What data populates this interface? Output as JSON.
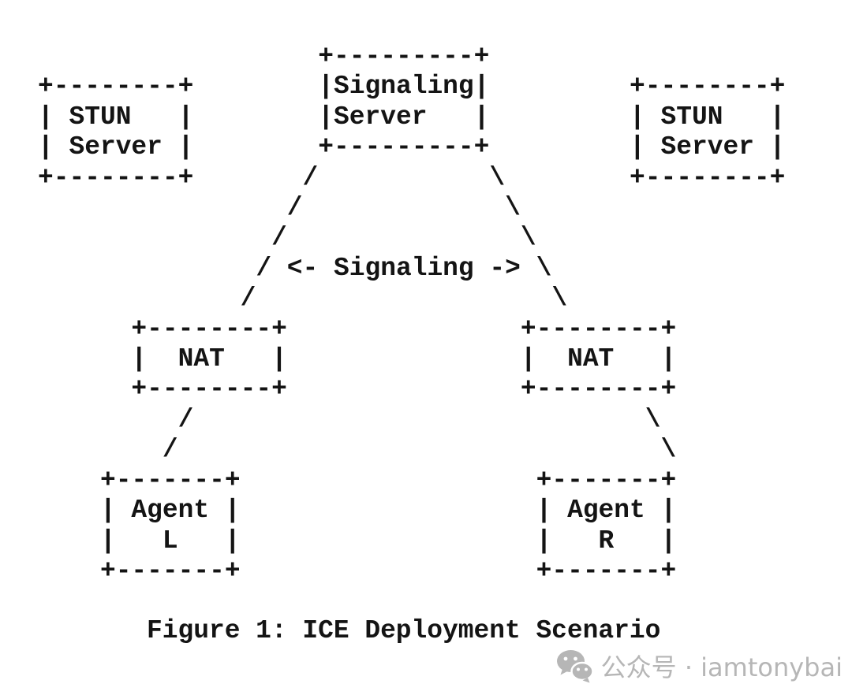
{
  "colors": {
    "background": "#ffffff",
    "ink": "#141414",
    "watermark_gray": "#b6b6b6"
  },
  "diagram": {
    "ascii_lines": [
      "                  +---------+",
      "+--------+        |Signaling|         +--------+",
      "| STUN   |        |Server   |         | STUN   |",
      "| Server |        +---------+         | Server |",
      "+--------+       /           \\        +--------+",
      "                /             \\",
      "               /               \\",
      "              / <- Signaling -> \\",
      "             /                   \\",
      "      +--------+               +--------+",
      "      |  NAT   |               |  NAT   |",
      "      +--------+               +--------+",
      "         /                             \\",
      "        /                               \\",
      "    +-------+                   +-------+",
      "    | Agent |                   | Agent |",
      "    |   L   |                   |   R   |",
      "    +-------+                   +-------+"
    ],
    "nodes": [
      "Signaling Server",
      "STUN Server (left)",
      "STUN Server (right)",
      "NAT (left)",
      "NAT (right)",
      "Agent L",
      "Agent R"
    ],
    "edge_label": "<- Signaling ->"
  },
  "caption": "Figure 1: ICE Deployment Scenario",
  "watermark": {
    "icon": "wechat-logo",
    "text": "公众号 · iamtonybai"
  }
}
